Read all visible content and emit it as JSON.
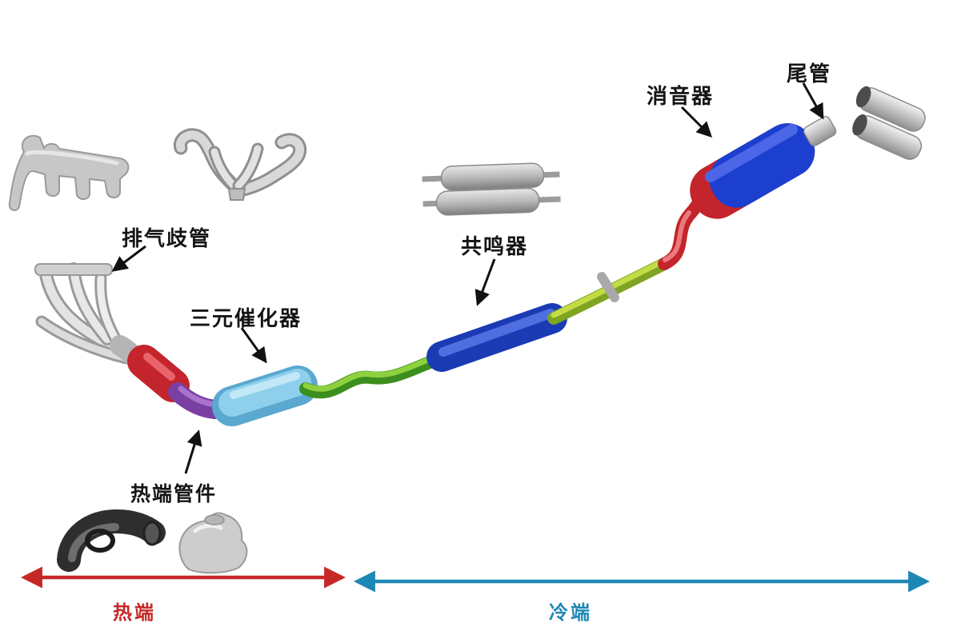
{
  "labels": {
    "exhaust_manifold": "排气歧管",
    "catalytic_converter": "三元催化器",
    "resonator": "共鸣器",
    "muffler": "消音器",
    "tailpipe": "尾管",
    "hot_end_fittings": "热端管件",
    "hot_end": "热端",
    "cold_end": "冷端"
  },
  "colors": {
    "hot_end_arrow": "#c62828",
    "cold_end_arrow": "#1e88b5",
    "pointer_arrow": "#111111",
    "manifold_chrome": "#dcdcdc",
    "flex_pipe_red": "#c4242b",
    "elbow_purple": "#7b3fa3",
    "catalytic_light_blue": "#7cc4e6",
    "pipe_green": "#44a325",
    "resonator_blue": "#2146c8",
    "pipe_yellow_green": "#a6c832",
    "muffler_body_blue": "#1c3fd0",
    "muffler_end_red": "#c4242b",
    "tail_chrome": "#c9c9c9"
  }
}
